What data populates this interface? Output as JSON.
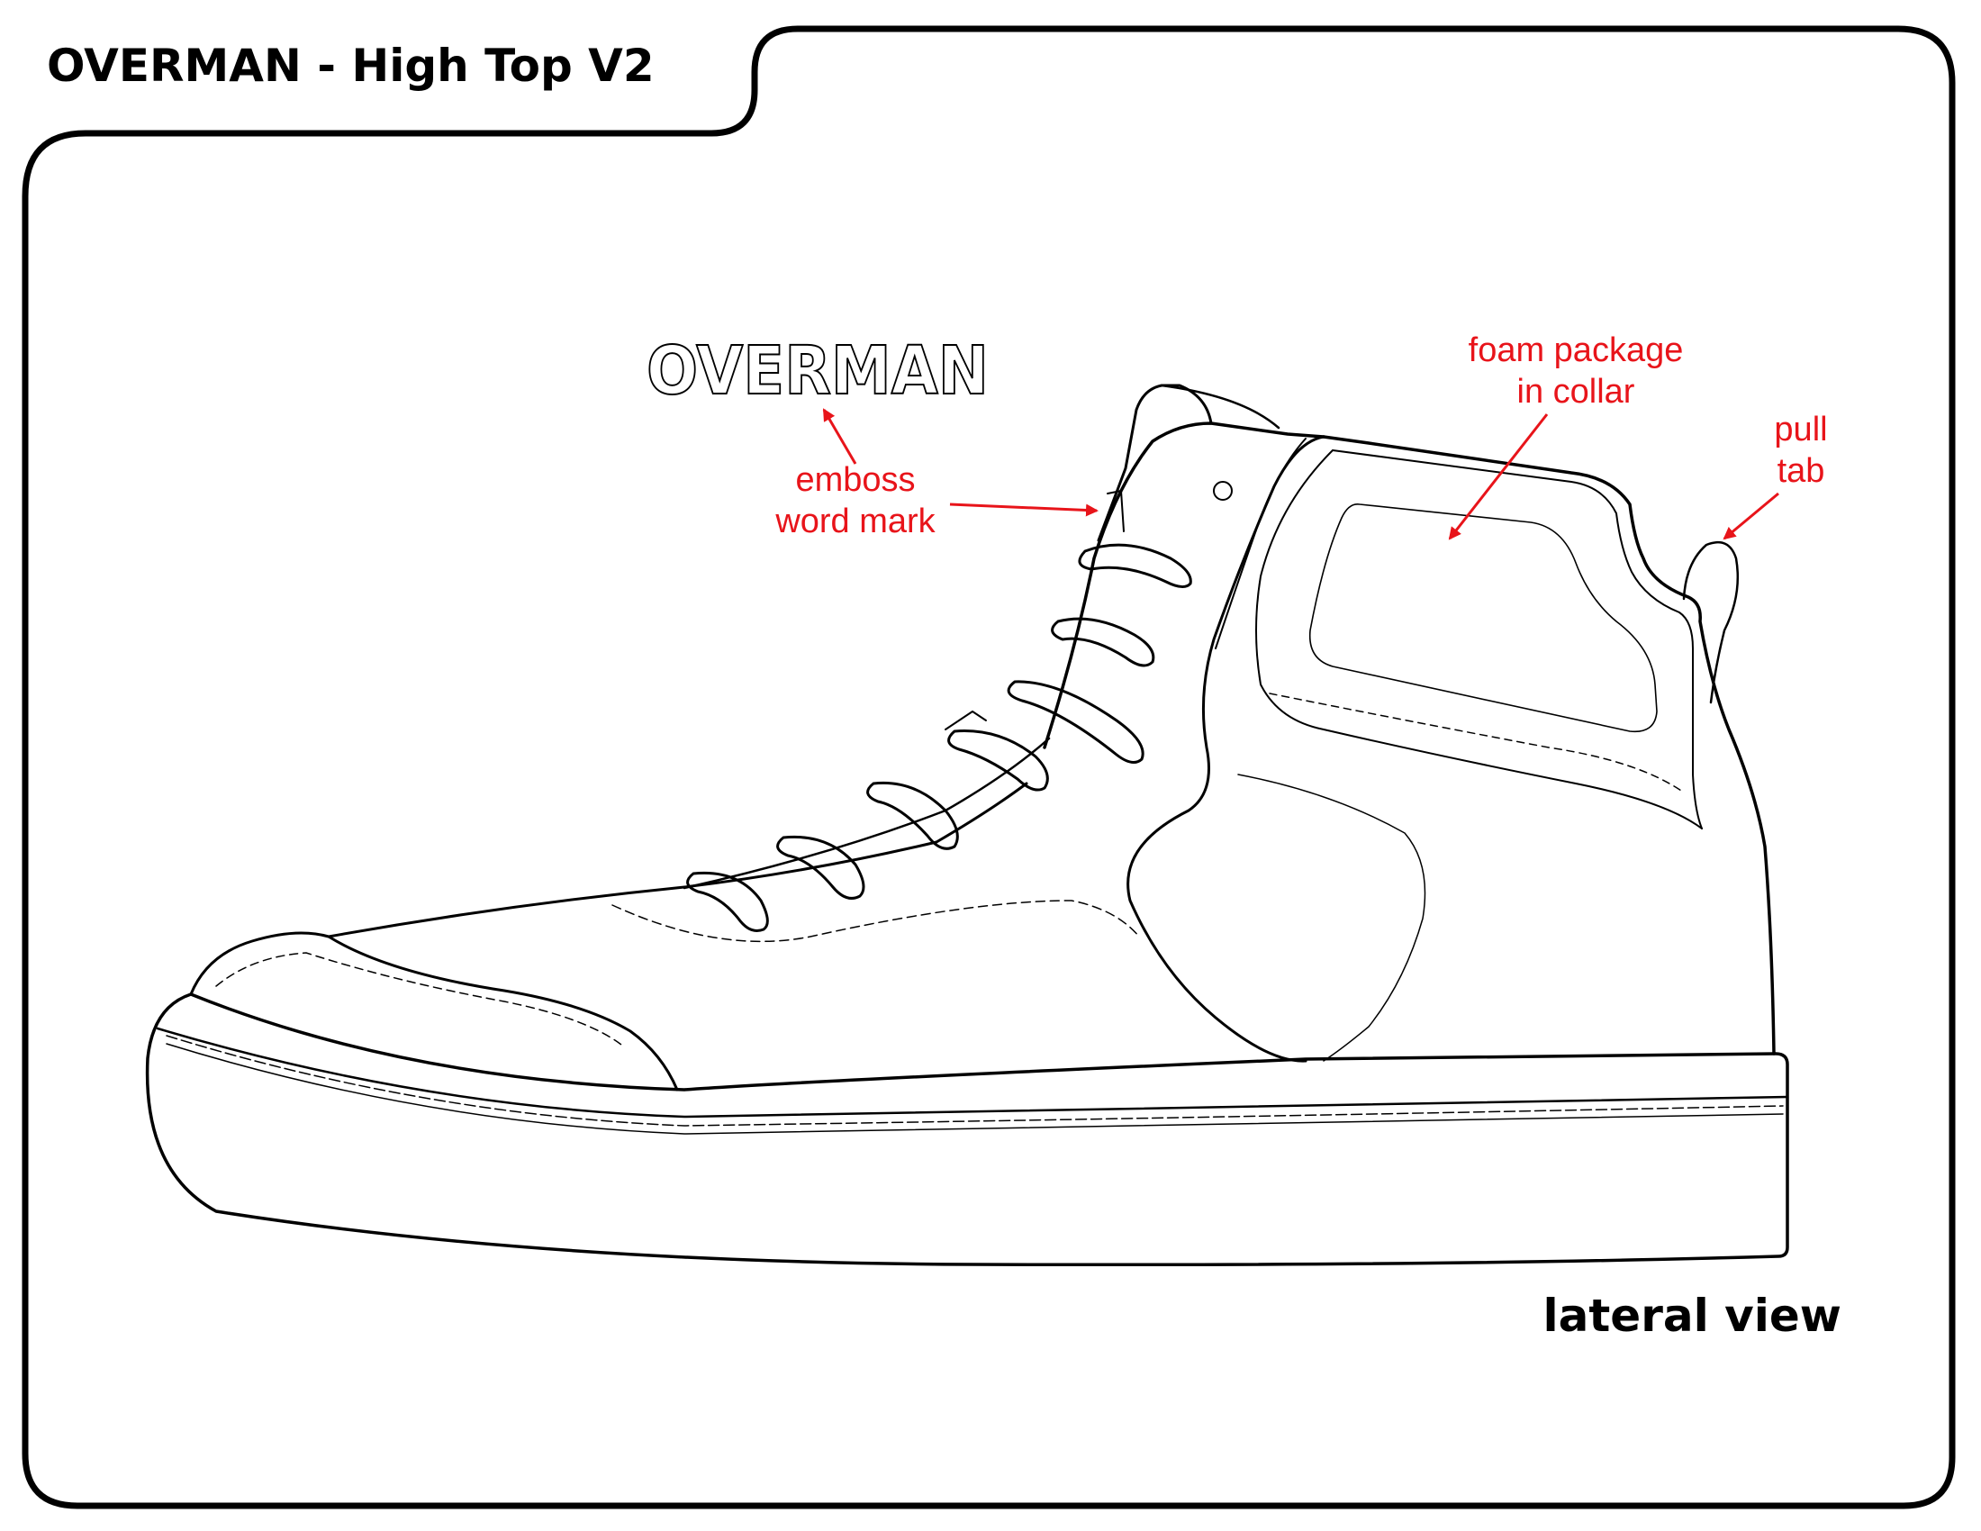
{
  "title": "OVERMAN - High Top V2",
  "view_label": "lateral view",
  "wordmark": "OVERMAN",
  "colors": {
    "outline": "#000000",
    "annotation": "#e8141a",
    "background": "#ffffff"
  },
  "callouts": {
    "emboss": {
      "line1": "emboss",
      "line2": "word mark"
    },
    "foam": {
      "line1": "foam package",
      "line2": "in collar"
    },
    "pull": {
      "line1": "pull",
      "line2": "tab"
    }
  }
}
